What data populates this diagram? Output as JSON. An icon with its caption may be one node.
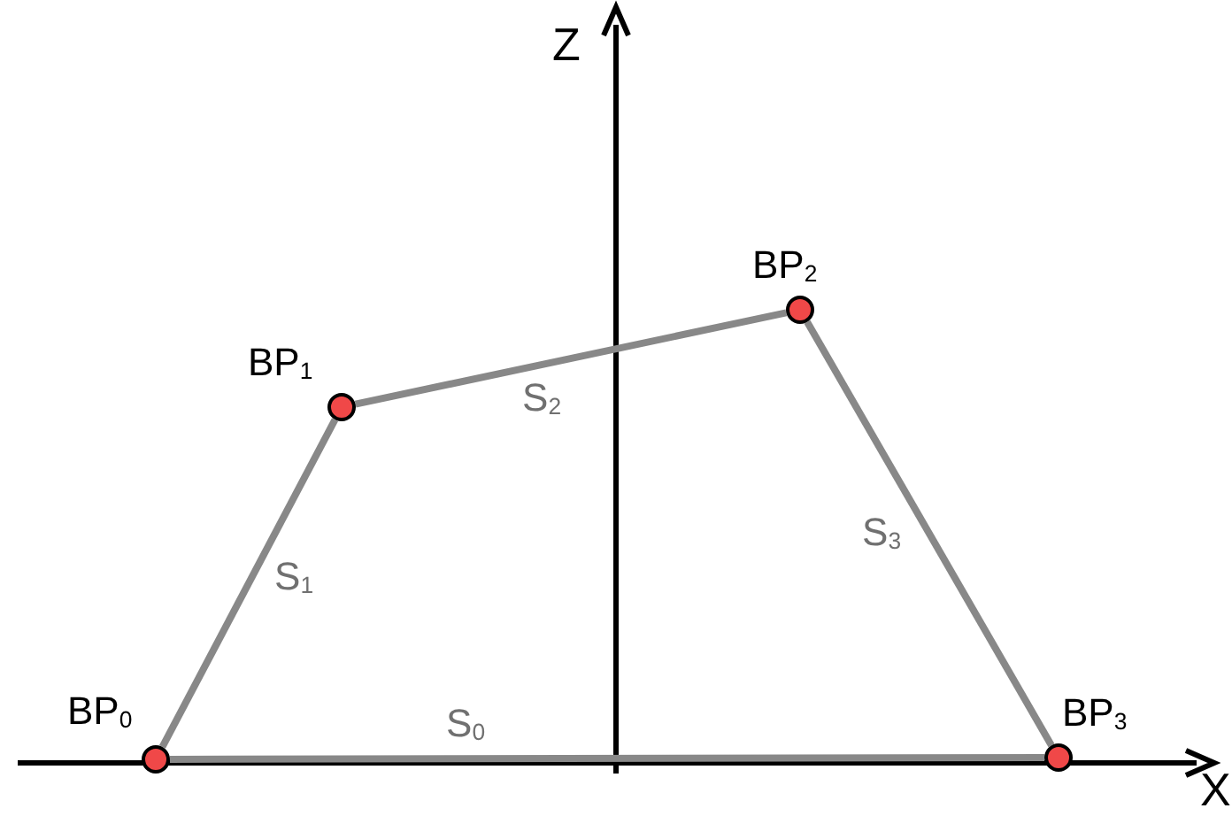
{
  "diagram": {
    "nodes": [
      {
        "text": [
          "BP$_{0}$"
        ]
      },
      {
        "text": [
          "BP$_{1}$"
        ]
      },
      {
        "text": [
          "BP$_{2}$"
        ]
      },
      {
        "text": [
          "BP$_{3}$"
        ]
      }
    ],
    "edges": [
      {
        "from": 0,
        "to": 3,
        "arrow": "none",
        "label": "S$_{0}$"
      },
      {
        "from": 0,
        "to": 1,
        "arrow": "none",
        "label": "S$_{1}$"
      },
      {
        "from": 1,
        "to": 2,
        "arrow": "none",
        "label": "S$_{2}$"
      },
      {
        "from": 2,
        "to": 3,
        "arrow": "none",
        "label": "S$_{3}$"
      }
    ],
    "labels": [
      "Z",
      "X"
    ]
  }
}
